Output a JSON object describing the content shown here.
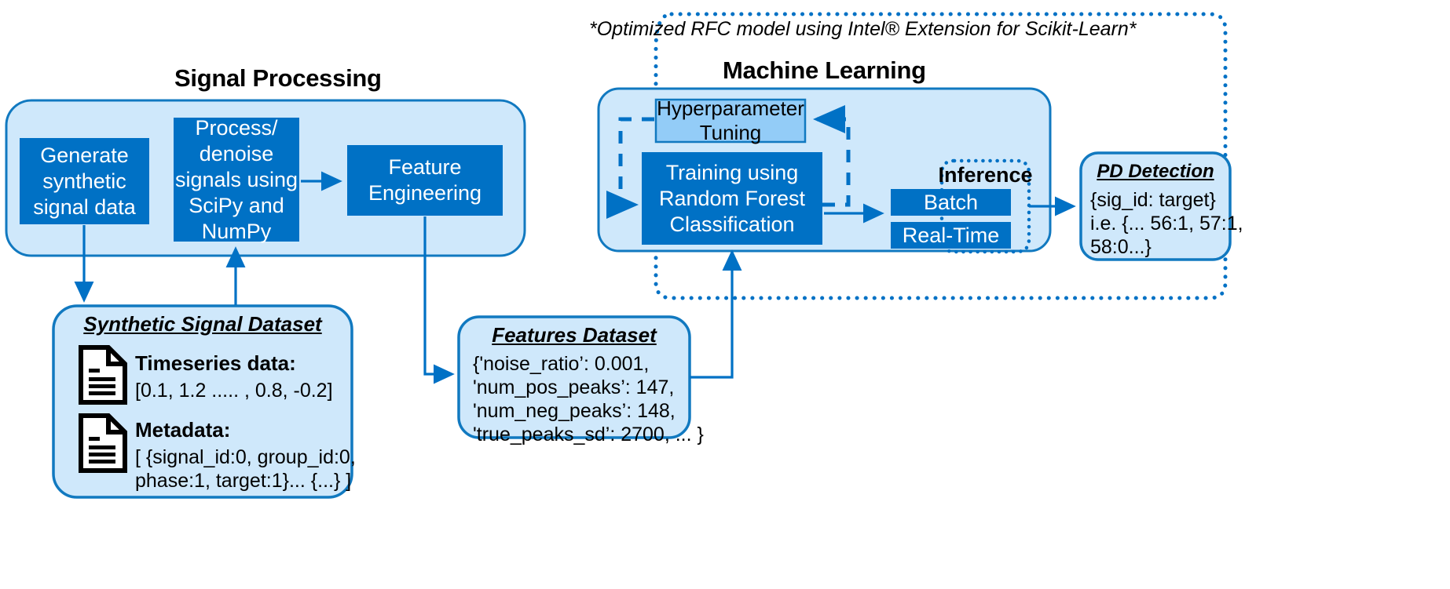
{
  "diagram": {
    "accent_dark": "#0071c5",
    "accent_panel": "#cfe8fb",
    "accent_mid": "#93ccf7",
    "stroke": "#1179c0"
  },
  "signal_processing": {
    "title": "Signal Processing",
    "steps": [
      {
        "id": "generate",
        "label": "Generate\nsynthetic\nsignal data"
      },
      {
        "id": "denoise",
        "label": "Process/\ndenoise\nsignals using\nSciPy and\nNumPy"
      },
      {
        "id": "feature",
        "label": "Feature\nEngineering"
      }
    ]
  },
  "machine_learning": {
    "title": "Machine Learning",
    "footnote": "*Optimized RFC model using Intel® Extension for Scikit-Learn*",
    "hyperparameter": {
      "label": "Hyperparameter\nTuning"
    },
    "training": {
      "label": "Training using\nRandom Forest\nClassification"
    },
    "inference": {
      "title": "Inference",
      "modes": [
        {
          "id": "batch",
          "label": "Batch"
        },
        {
          "id": "real-time",
          "label": "Real-Time"
        }
      ]
    }
  },
  "synthetic_dataset": {
    "title": "Synthetic Signal Dataset",
    "entries": [
      {
        "id": "timeseries",
        "icon": "document-icon",
        "heading": "Timeseries data:",
        "value": "[0.1, 1.2 ..... , 0.8, -0.2]"
      },
      {
        "id": "metadata",
        "icon": "document-icon",
        "heading": "Metadata:",
        "value": "[ {signal_id:0, group_id:0,\nphase:1, target:1}... {...} ]"
      }
    ]
  },
  "features_dataset": {
    "title": "Features Dataset",
    "value": "{'noise_ratio’: 0.001,\n'num_pos_peaks’: 147,\n'num_neg_peaks’: 148,\n'true_peaks_sd’: 2700, ... }"
  },
  "pd_detection": {
    "title": "PD Detection",
    "value": "{sig_id: target}\ni.e. {... 56:1, 57:1,\n58:0...}"
  }
}
